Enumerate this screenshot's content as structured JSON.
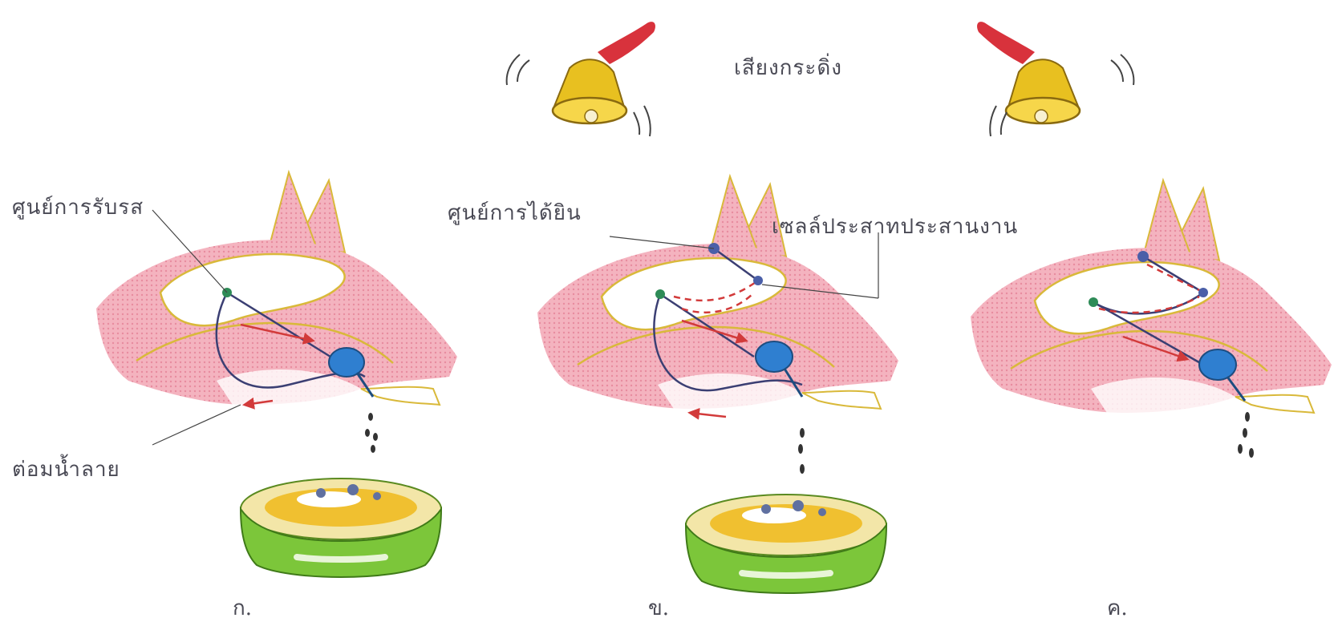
{
  "labels": {
    "bell_sound": "เสียงกระดิ่ง",
    "taste_center": "ศูนย์การรับรส",
    "hearing_center": "ศูนย์การได้ยิน",
    "association_neuron": "เซลล์ประสาทประสานงาน",
    "salivary_gland": "ต่อมน้ำลาย"
  },
  "panels": [
    "ก.",
    "ข.",
    "ค."
  ],
  "colors": {
    "head": "#f2a9b6",
    "outline": "#d9b93a",
    "gland": "#2f7fd0",
    "node": "#2e8b57",
    "node_blue": "#4a5fa8",
    "arrow": "#d23a3a",
    "nerve": "#3b3f73",
    "bell": "#e8c020",
    "handle": "#d8323c",
    "bowl": "#7cc63a",
    "food": "#f0c030"
  }
}
